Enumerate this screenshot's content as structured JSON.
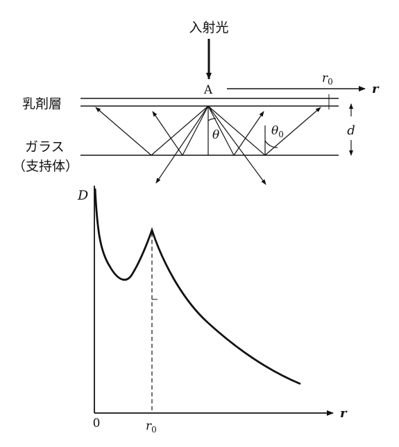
{
  "diagram": {
    "incident_light": "入射光",
    "point_a": "A",
    "r0_top": "r",
    "r0_top_sub": "0",
    "r_axis_top": "r",
    "emulsion_layer": "乳剤層",
    "glass": "ガラス",
    "support": "（支持体）",
    "theta": "θ",
    "theta0": "θ",
    "theta0_sub": "0",
    "thickness": "d"
  },
  "graph": {
    "y_label": "D",
    "x_label": "r",
    "origin": "0",
    "r0_tick": "r",
    "r0_tick_sub": "0"
  }
}
